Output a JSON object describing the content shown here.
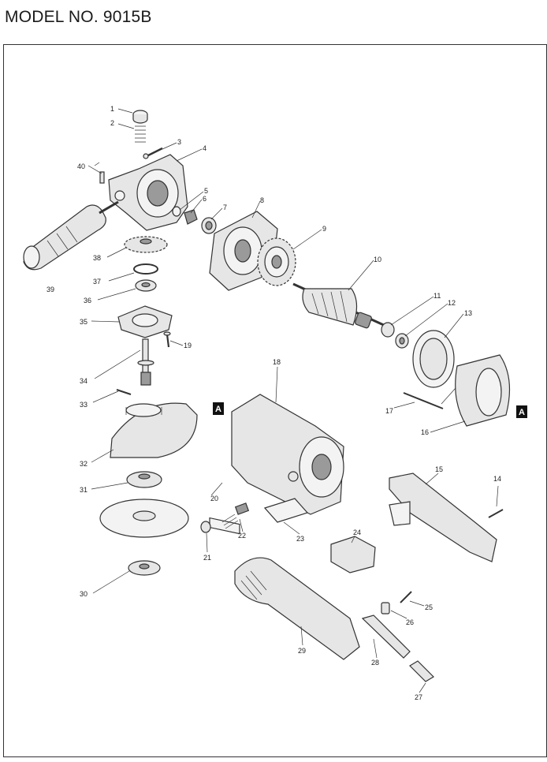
{
  "title": "MODEL NO. 9015B",
  "section_marker": "A",
  "part_numbers": [
    "1",
    "2",
    "3",
    "4",
    "5",
    "6",
    "7",
    "8",
    "9",
    "10",
    "11",
    "12",
    "13",
    "14",
    "15",
    "16",
    "17",
    "18",
    "19",
    "20",
    "21",
    "22",
    "23",
    "24",
    "25",
    "26",
    "27",
    "28",
    "29",
    "30",
    "31",
    "32",
    "33",
    "34",
    "35",
    "36",
    "37",
    "38",
    "39",
    "40"
  ]
}
